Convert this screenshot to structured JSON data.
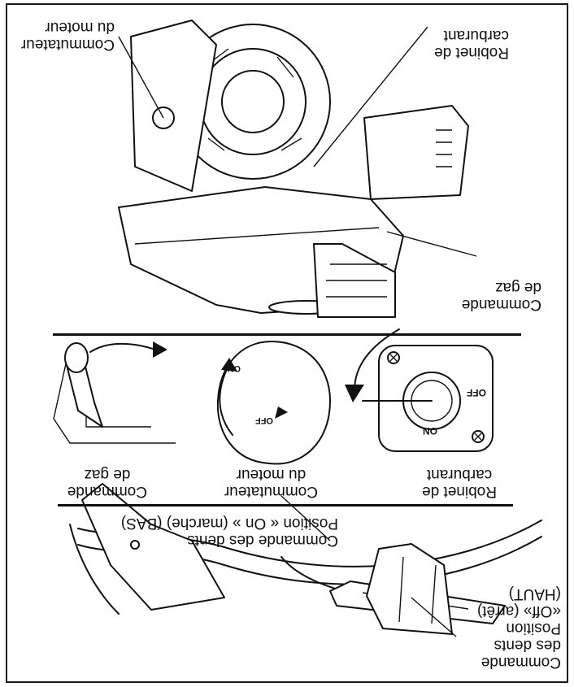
{
  "sections": {
    "handle": {
      "labels": {
        "tines_on": "Commande des dents\nPosition « On » (marche) (BAS)",
        "tines_off": "Commande\ndes dents\nPosition\n«Off» (arrêt)\n(HAUT)"
      }
    },
    "controls": {
      "throttle_label": "Commande\nde gaz",
      "engine_switch_label": "Commutateur\ndu moteur",
      "fuel_valve_label": "Robinet de\ncarburant",
      "dial": {
        "on": "ON",
        "off": "OFF"
      },
      "valve": {
        "on": "ON",
        "off": "OFF"
      }
    },
    "engine": {
      "labels": {
        "fuel_valve": "Robinet de\ncarburant",
        "engine_switch": "Commutateur\ndu moteur",
        "throttle": "Commande\nde gaz"
      }
    }
  }
}
